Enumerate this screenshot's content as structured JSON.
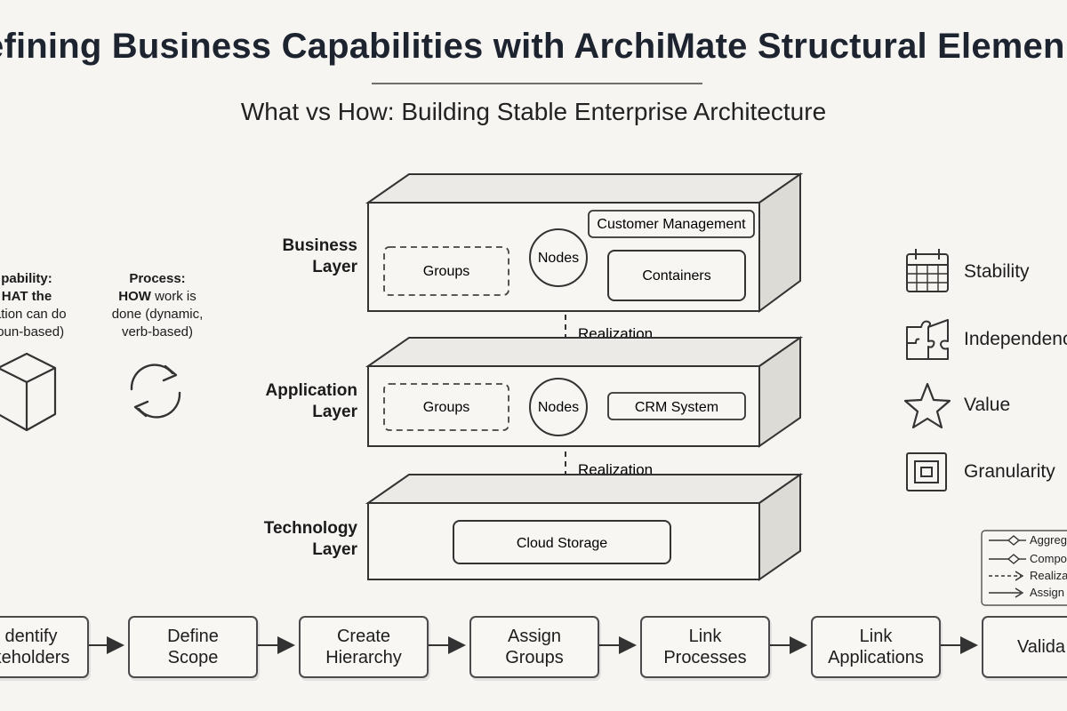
{
  "title": "efining Business Capabilities with ArchiMate Structural Elemen",
  "subtitle": "What vs How: Building Stable Enterprise Architecture",
  "capability": {
    "title": "pability:",
    "line1": "HAT the",
    "line2": "zation can do",
    "line3": "noun-based)"
  },
  "process": {
    "title": "Process:",
    "line1": "HOW work is",
    "line2": "done (dynamic,",
    "line3": "verb-based)"
  },
  "layers": {
    "business": {
      "label1": "Business",
      "label2": "Layer",
      "groups": "Groups",
      "nodes": "Nodes",
      "customer": "Customer Management",
      "containers": "Containers"
    },
    "realization1": "Realization",
    "application": {
      "label1": "Application",
      "label2": "Layer",
      "groups": "Groups",
      "nodes": "Nodes",
      "crm": "CRM System"
    },
    "realization2": "Realization",
    "technology": {
      "label1": "Technology",
      "label2": "Layer",
      "storage": "Cloud Storage"
    }
  },
  "benefits": [
    "Stability",
    "Independenc",
    "Value",
    "Granularity"
  ],
  "legend": [
    "Aggreg",
    "Compo",
    "Realiza",
    "Assign"
  ],
  "steps": [
    {
      "line1": "dentify",
      "line2": "keholders"
    },
    {
      "line1": "Define",
      "line2": "Scope"
    },
    {
      "line1": "Create",
      "line2": "Hierarchy"
    },
    {
      "line1": "Assign",
      "line2": "Groups"
    },
    {
      "line1": "Link",
      "line2": "Processes"
    },
    {
      "line1": "Link",
      "line2": "Applications"
    },
    {
      "line1": "Valida",
      "line2": ""
    }
  ]
}
